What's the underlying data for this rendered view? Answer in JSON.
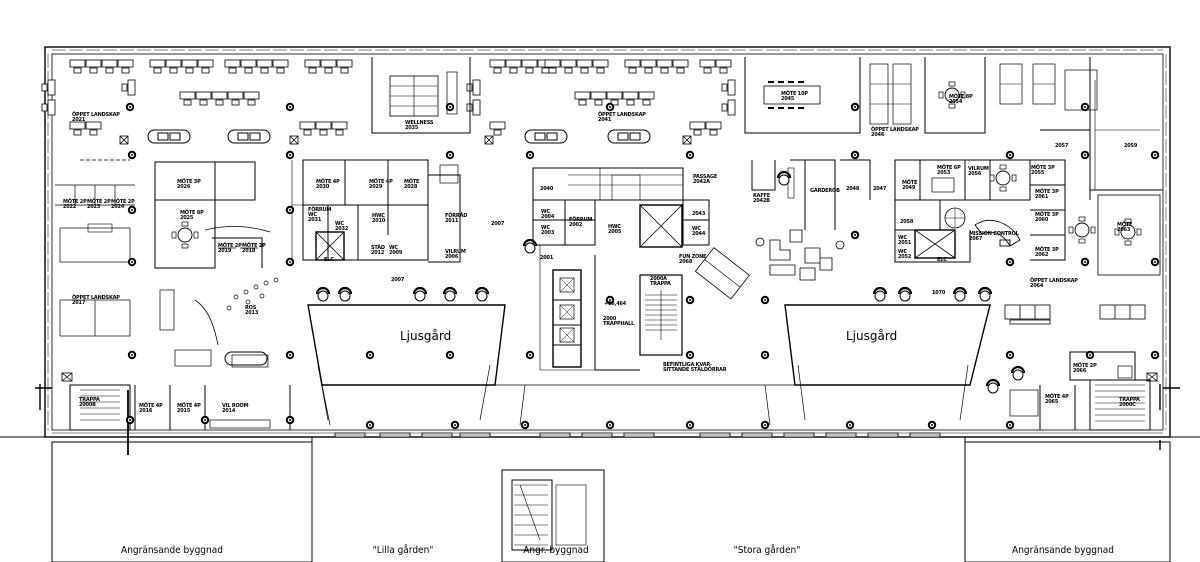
{
  "atrium_labels": {
    "left": "Ljusgård",
    "right": "Ljusgård"
  },
  "bottom_labels": {
    "left_building": "Angränsande byggnad",
    "lilla": "\"Lilla gården\"",
    "angr": "Angr. byggnad",
    "stora": "\"Stora gården\"",
    "right_building": "Angränsande byggnad"
  },
  "rooms": {
    "open_2021": "ÖPPET LANDSKAP\n2021",
    "open_2041": "ÖPPET LANDSKAP\n2041",
    "open_2046": "ÖPPET LANDSKAP\n2046",
    "open_2017": "ÖPPET LANDSKAP\n2017",
    "open_2064": "ÖPPET LANDSKAP\n2064",
    "wellness": "WELLNESS\n2035",
    "mote_2045": "MÖTE 10P\n2045",
    "mote_2054": "MÖTE 8P\n2054",
    "r2057": "2057",
    "r2059": "2059",
    "mote_2026": "MÖTE 3P\n2026",
    "mote_2030": "MÖTE 4P\n2030",
    "mote_2029": "MÖTE 4P\n2029",
    "mote_2028": "MÖTE\n2028",
    "mote_2025": "MÖTE 8P\n2025",
    "mote_2022": "MÖTE 2P\n2022",
    "mote_2023": "MÖTE 2P\n2023",
    "mote_2024": "MÖTE 2P\n2024",
    "mote_2019": "MÖTE 2P\n2019",
    "mote_2018": "MÖTE 2P\n2018",
    "forrum_2031": "FÖRRUM\nWC\n2031",
    "wc_2032": "WC\n2032",
    "hwc_2010": "HWC\n2010",
    "stad_2012": "STÄD\n2012",
    "wc_2009": "WC\n2009",
    "forrad_2011": "FÖRRÅD\n2011",
    "vilrum_2006": "VILRUM\n2006",
    "r2007a": "2007",
    "r2007b": "2007",
    "r2040": "2040",
    "wc_2004": "WC\n2004",
    "wc_2003": "WC\n2003",
    "forrum_2002": "FÖRRUM\n2002",
    "hwc_2005": "HWC\n2005",
    "r2043": "2043",
    "wc_2044": "WC\n2044",
    "r2001": "2001",
    "passage": "PASSAGE\n2042A",
    "fun_zone": "FUN ZONE\n2068",
    "kaffe": "KAFFE\n2042B",
    "garderob": "GARDEROB",
    "r2048": "2048",
    "r2047": "2047",
    "mote_2049": "MÖTE\n2049",
    "mote_2053": "MÖTE 6P\n2053",
    "vilrum_2056": "VILRUM\n2056",
    "mote_2055": "MÖTE 3P\n2055",
    "r2058": "2058",
    "wc_2051": "WC\n2051",
    "wc_2052": "WC\n2052",
    "mission_control": "MISSION CONTROL\n2067",
    "mote_2063": "MÖTE\n2063",
    "mote_2061": "MÖTE 3P\n2061",
    "mote_2060": "MÖTE 3P\n2060",
    "mote_2062": "MÖTE 3P\n2062",
    "elc_left": "ELC",
    "elc_right": "ELC",
    "r1070": "1070",
    "ros": "ROS\n2013",
    "level": "+16,464",
    "trapphall": "2000\nTRAPPHALL",
    "trappa_2000a": "2000A\nTRAPPA",
    "trappa_2000b": "TRAPPA\n2000B",
    "trappa_2000c": "TRAPPA\n2000C",
    "befintliga": "BEFINTLIGA KVAR-\nSITTANDE STÅLDÖRRAR",
    "mote_2016": "MÖTE 4P\n2016",
    "mote_2015": "MÖTE 4P\n2015",
    "vilroom_2014": "VIL ROOM\n2014",
    "mote_2065": "MÖTE 4P\n2065",
    "mote_2066": "MÖTE 2P\n2066"
  }
}
